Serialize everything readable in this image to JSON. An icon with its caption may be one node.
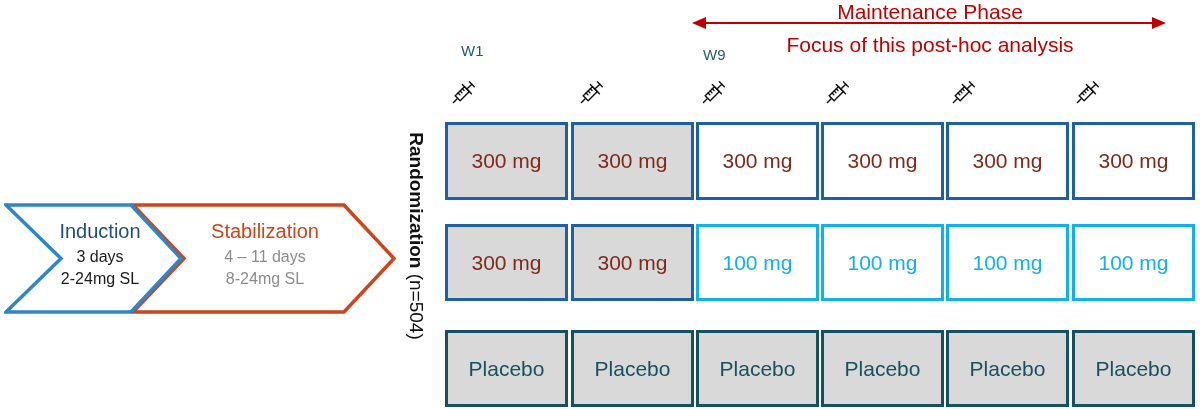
{
  "diagram": {
    "nodes": [
      {
        "text": [
          "Induction",
          "3 days",
          "2-24mg SL"
        ]
      },
      {
        "text": [
          "Stabilization",
          "4 – 11 days",
          "8-24mg SL"
        ]
      },
      {
        "text": [
          "300 mg"
        ]
      },
      {
        "text": [
          "300 mg"
        ]
      },
      {
        "text": [
          "300 mg"
        ]
      },
      {
        "text": [
          "300 mg"
        ]
      },
      {
        "text": [
          "300 mg"
        ]
      },
      {
        "text": [
          "300 mg"
        ]
      },
      {
        "text": [
          "300 mg"
        ]
      },
      {
        "text": [
          "300 mg"
        ]
      },
      {
        "text": [
          "100 mg"
        ]
      },
      {
        "text": [
          "100 mg"
        ]
      },
      {
        "text": [
          "100 mg"
        ]
      },
      {
        "text": [
          "100 mg"
        ]
      },
      {
        "text": [
          "Placebo"
        ]
      },
      {
        "text": [
          "Placebo"
        ]
      },
      {
        "text": [
          "Placebo"
        ]
      },
      {
        "text": [
          "Placebo"
        ]
      },
      {
        "text": [
          "Placebo"
        ]
      },
      {
        "text": [
          "Placebo"
        ]
      }
    ],
    "labels": [
      "Maintenance Phase",
      "Focus of this post-hoc analysis",
      "W1",
      "W9",
      "**Randomization** (n=504)"
    ]
  }
}
